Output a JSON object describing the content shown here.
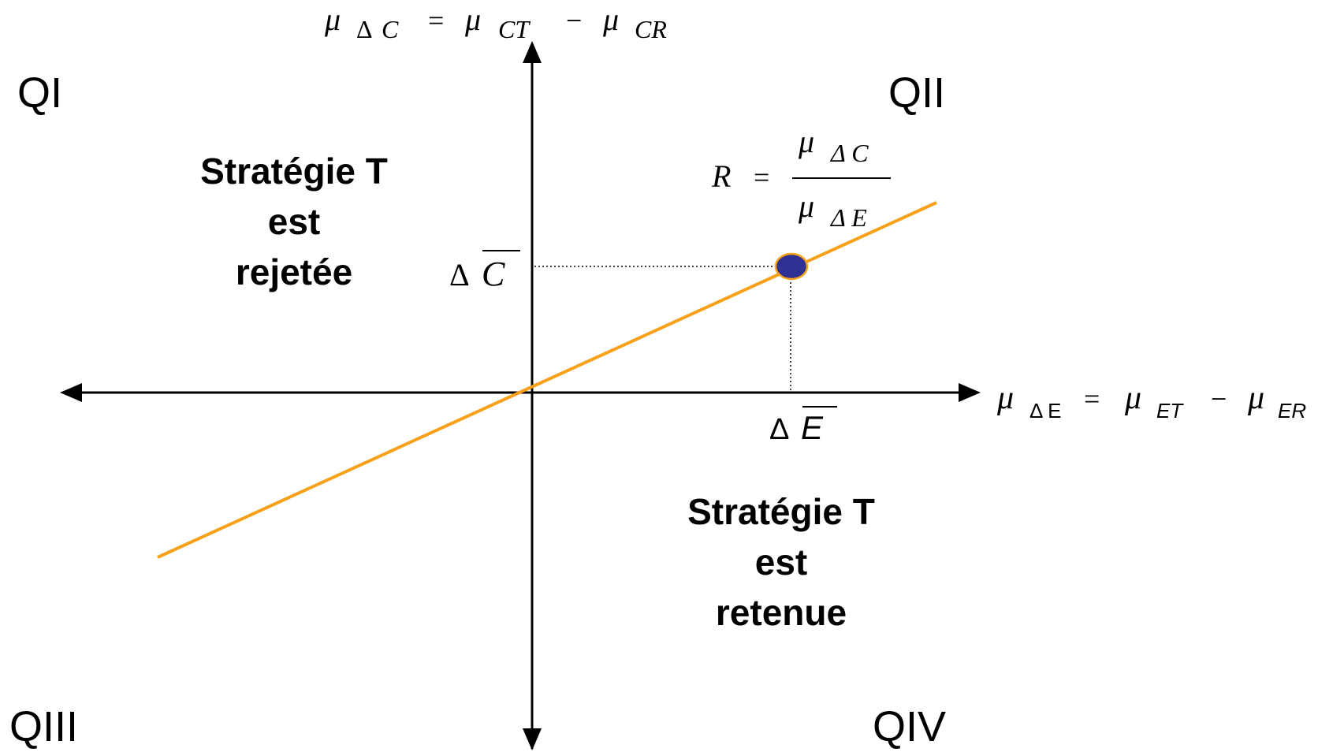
{
  "quadrants": {
    "q1": "QI",
    "q2": "QII",
    "q3": "QIII",
    "q4": "QIV"
  },
  "regions": {
    "rejected": {
      "line1": "Stratégie T",
      "line2": "est",
      "line3": "rejetée"
    },
    "retained": {
      "line1": "Stratégie T",
      "line2": "est",
      "line3": "retenue"
    }
  },
  "y_axis_label": {
    "mu1": "μ",
    "delta": "Δ",
    "c": "C",
    "eq": "=",
    "mu2": "μ",
    "ct": "CT",
    "minus": "−",
    "mu3": "μ",
    "cr": "CR"
  },
  "x_axis_label": {
    "mu1": "μ",
    "sub1": "Δ E",
    "eq": "=",
    "mu2": "μ",
    "et": "ET",
    "minus": "−",
    "mu3": "μ",
    "er": "ER"
  },
  "ratio_label": {
    "r": "R",
    "eq": "=",
    "num_mu": "μ",
    "num_sub": "Δ C",
    "den_mu": "μ",
    "den_sub": "Δ E"
  },
  "delta_c_label": {
    "delta": "Δ",
    "c": "C"
  },
  "delta_e_label": {
    "delta": "Δ",
    "e": "E"
  },
  "colors": {
    "axis": "#000000",
    "line": "#f7a11a",
    "point_fill": "#2e3192",
    "point_stroke": "#f7a11a"
  }
}
